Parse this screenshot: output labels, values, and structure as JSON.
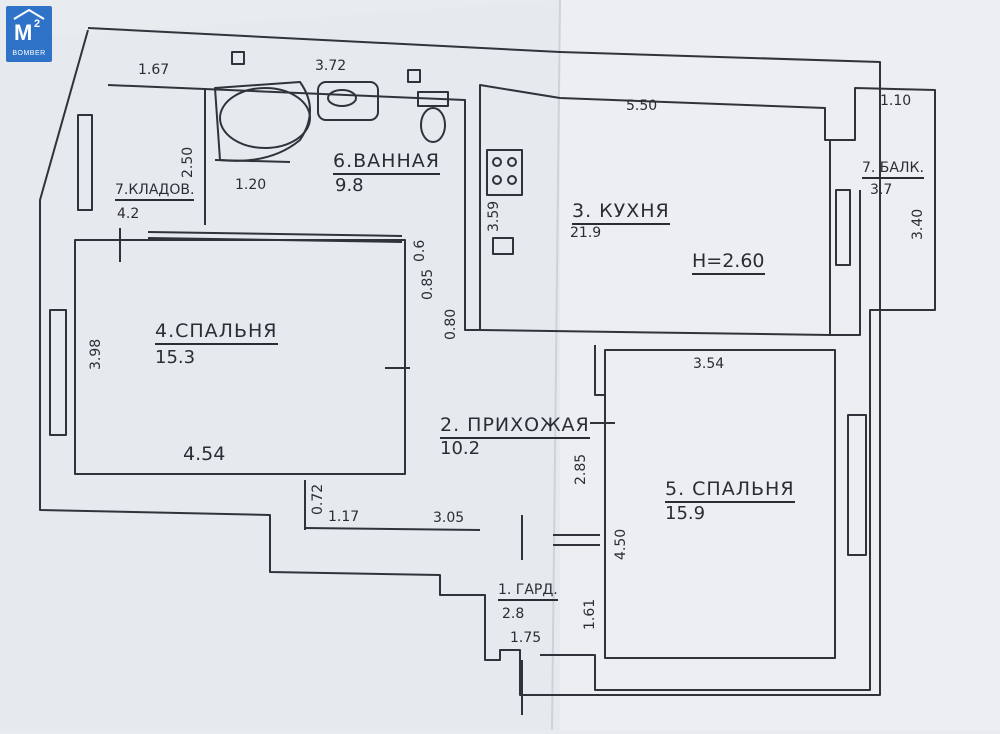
{
  "logo": {
    "text": "M",
    "superscript": "2",
    "subtitle": "BOMBER"
  },
  "rooms": {
    "bath": {
      "name": "6.ВАННАЯ",
      "area": "9.8"
    },
    "storage": {
      "name": "7.КЛАДОВ.",
      "area": "4.2"
    },
    "kitchen": {
      "name": "3. КУХНЯ",
      "area": "21.9"
    },
    "balcony": {
      "name": "7. БАЛК.",
      "area": "3.7"
    },
    "bedroom4": {
      "name": "4.СПАЛЬНЯ",
      "area": "15.3"
    },
    "hall": {
      "name": "2. ПРИХОЖАЯ",
      "area": "10.2"
    },
    "bedroom5": {
      "name": "5. СПАЛЬНЯ",
      "area": "15.9"
    },
    "wardrobe": {
      "name": "1. ГАРД.",
      "area": "2.8"
    }
  },
  "ceiling_height": "H=2.60",
  "dimensions": {
    "d167": "1.67",
    "d372": "3.72",
    "d250": "2.50",
    "d120": "1.20",
    "d550": "5.50",
    "d110": "1.10",
    "d340": "3.40",
    "d359": "3.59",
    "d06": "0.6",
    "d085": "0.85",
    "d080": "0.80",
    "d398": "3.98",
    "d354": "3.54",
    "d454": "4.54",
    "d072": "0.72",
    "d117": "1.17",
    "d305": "3.05",
    "d285": "2.85",
    "d450": "4.50",
    "d161": "1.61",
    "d175": "1.75"
  }
}
